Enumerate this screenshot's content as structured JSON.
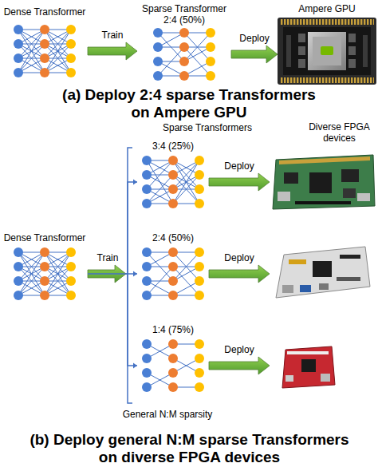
{
  "diagram": {
    "nodes": [
      {
        "text": [
          "Dense Transformer"
        ]
      },
      {
        "text": [
          "Sparse Transformer",
          "2:4 (50%)"
        ]
      },
      {
        "text": [
          "Ampere GPU"
        ]
      },
      {
        "text": [
          "Dense Transformer"
        ]
      },
      {
        "text": [
          "3:4 (25%)"
        ]
      },
      {
        "text": [
          "2:4 (50%)"
        ]
      },
      {
        "text": [
          "1:4 (75%)"
        ]
      },
      {
        "text": [
          "Diverse FPGA devices"
        ]
      }
    ],
    "edges": [
      {
        "from": 0,
        "to": 1,
        "arrow": "to",
        "label": "Train"
      },
      {
        "from": 1,
        "to": 2,
        "arrow": "to",
        "label": "Deploy"
      },
      {
        "from": 3,
        "to": 4,
        "arrow": "to"
      },
      {
        "from": 3,
        "to": 5,
        "arrow": "to",
        "label": "Train"
      },
      {
        "from": 3,
        "to": 6,
        "arrow": "to"
      },
      {
        "from": 4,
        "to": 7,
        "arrow": "to",
        "label": "Deploy"
      },
      {
        "from": 5,
        "to": 7,
        "arrow": "to",
        "label": "Deploy"
      },
      {
        "from": 6,
        "to": 7,
        "arrow": "to",
        "label": "Deploy"
      }
    ],
    "labels": [
      "(a) Deploy 2:4 sparse Transformers on Ampere GPU",
      "Sparse Transformers",
      "General N:M sparsity",
      "(b) Deploy general N:M sparse Transformers on diverse FPGA devices"
    ]
  }
}
